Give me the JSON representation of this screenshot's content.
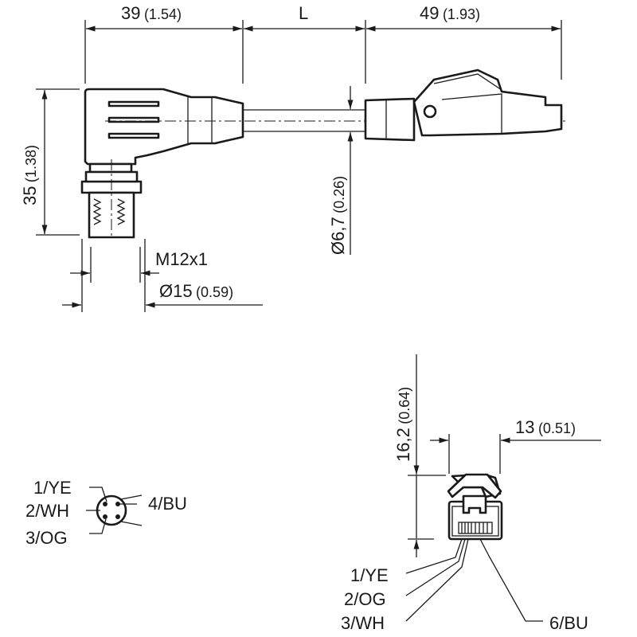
{
  "drawing": {
    "dim_top_left": {
      "value": "39",
      "inch": "(1.54)"
    },
    "dim_top_mid": {
      "value": "L"
    },
    "dim_top_right": {
      "value": "49",
      "inch": "(1.93)"
    },
    "dim_height": {
      "value": "35",
      "inch": "(1.38)"
    },
    "dim_cable": {
      "value": "Ø6,7",
      "inch": "(0.26)"
    },
    "thread": "M12x1",
    "dim_diameter": {
      "value": "Ø15",
      "inch": "(0.59)"
    },
    "dim_rj_height": {
      "value": "16,2",
      "inch": "(0.64)"
    },
    "dim_rj_width": {
      "value": "13",
      "inch": "(0.51)"
    },
    "m12_pins": [
      "1/YE",
      "2/WH",
      "3/OG",
      "4/BU"
    ],
    "rj45_pins": [
      "1/YE",
      "2/OG",
      "3/WH",
      "6/BU"
    ]
  }
}
